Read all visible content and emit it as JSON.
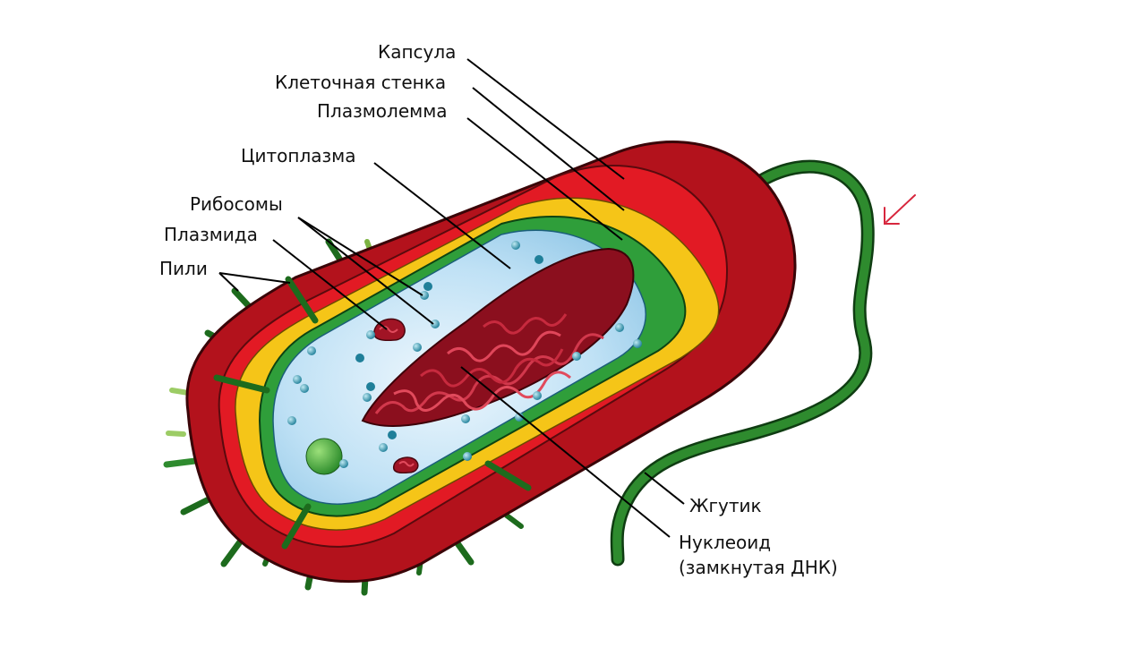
{
  "diagram": {
    "labels": {
      "capsule": "Капсула",
      "cell_wall": "Клеточная стенка",
      "plasma_membrane": "Плазмолемма",
      "cytoplasm": "Цитоплазма",
      "ribosomes": "Рибосомы",
      "plasmid": "Плазмида",
      "pili": "Пили",
      "flagellum": "Жгутик",
      "nucleoid": "Нуклеоид",
      "nucleoid_note": "(замкнутая ДНК)"
    },
    "colors": {
      "capsule": "#b3121c",
      "cell_wall": "#e21a24",
      "membrane": "#f5c518",
      "cytoplasm_edge": "#2f9e3a",
      "cytoplasm": "#cfe8f7",
      "nucleoid": "#8b0f1e",
      "pili": "#2e8b2e",
      "flagellum": "#1f7a2a",
      "ribosome": "#2a8fa8",
      "annotation": "#d7263d"
    }
  }
}
